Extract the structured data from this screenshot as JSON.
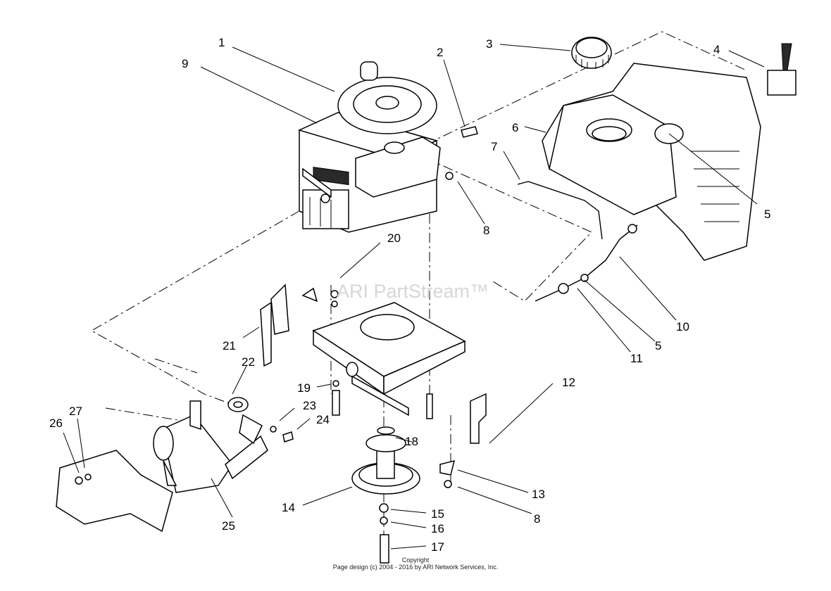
{
  "watermark": "ARI PartStream™",
  "copyright": {
    "line1": "Copyright",
    "line2": "Page design (c) 2004 - 2016 by ARI Network Services, Inc."
  },
  "callouts": {
    "c1": "1",
    "c2": "2",
    "c3": "3",
    "c4": "4",
    "c5a": "5",
    "c5b": "5",
    "c6": "6",
    "c7": "7",
    "c8a": "8",
    "c8b": "8",
    "c9": "9",
    "c10": "10",
    "c11": "11",
    "c12": "12",
    "c13": "13",
    "c14": "14",
    "c15": "15",
    "c16": "16",
    "c17": "17",
    "c18": "18",
    "c19": "19",
    "c20": "20",
    "c21": "21",
    "c22": "22",
    "c23": "23",
    "c24": "24",
    "c25": "25",
    "c26": "26",
    "c27": "27"
  }
}
